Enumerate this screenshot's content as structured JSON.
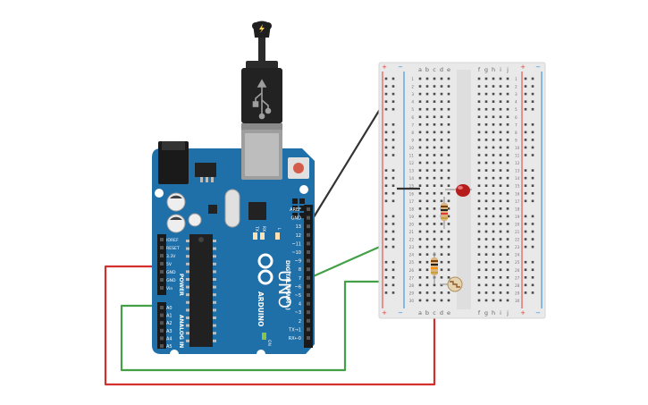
{
  "arduino": {
    "brand": "ARDUINO",
    "model": "UNO",
    "power_header_pins": [
      "IOREF",
      "RESET",
      "3.3V",
      "5V",
      "GND",
      "GND",
      "Vin"
    ],
    "power_label": "POWER",
    "analog_header_pins": [
      "A0",
      "A1",
      "A2",
      "A3",
      "A4",
      "A5"
    ],
    "analog_label": "ANALOG IN",
    "digital_label": "DIGITAL (PWM~)",
    "digital_header_pins": [
      "AREF",
      "GND",
      "13",
      "12",
      "~11",
      "~10",
      "~9",
      "8",
      "7",
      "~6",
      "~5",
      "4",
      "~3",
      "2",
      "TX→1",
      "RX←0"
    ],
    "tx_label": "TX",
    "rx_label": "RX",
    "l_label": "L",
    "on_label": "ON"
  },
  "breadboard": {
    "columns_left": [
      "a",
      "b",
      "c",
      "d",
      "e"
    ],
    "columns_right": [
      "f",
      "g",
      "h",
      "i",
      "j"
    ],
    "rail_plus": "+",
    "rail_minus": "−",
    "row_count": 30
  },
  "colors": {
    "board": "#1f6fa8",
    "board_dark": "#155a8c",
    "wire_red": "#d32f2f",
    "wire_green": "#43a047",
    "wire_black": "#333333",
    "breadboard": "#e9e9e9",
    "rail_red": "#e53935",
    "rail_blue": "#1e88e5",
    "led": "#b71c1c",
    "usb": "#222222"
  }
}
